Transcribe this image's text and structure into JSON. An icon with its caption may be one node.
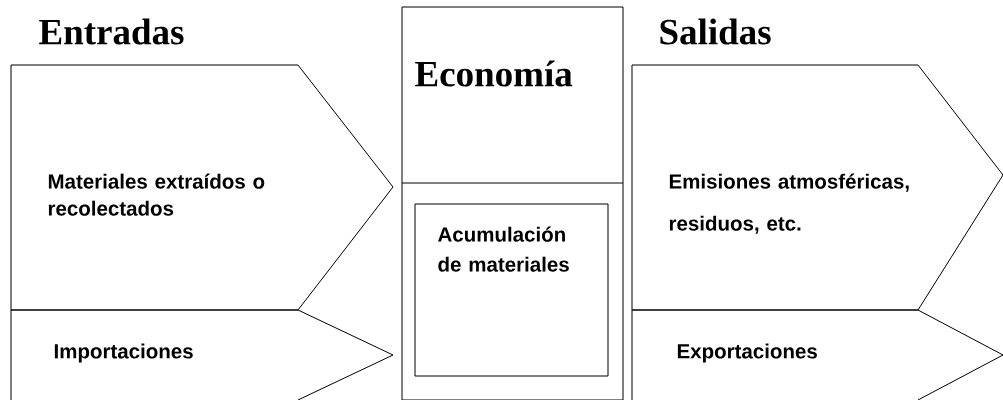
{
  "diagram": {
    "nodes": [
      {
        "text": [
          "Materiales extraídos o recolectados"
        ]
      },
      {
        "text": [
          "Importaciones"
        ]
      },
      {
        "text": [
          "Economía"
        ]
      },
      {
        "text": [
          "Acumulación de materiales"
        ],
        "in": 2
      },
      {
        "text": [
          "Emisiones atmosféricas, residuos, etc."
        ]
      },
      {
        "text": [
          "Exportaciones"
        ]
      }
    ],
    "labels": [
      "Entradas",
      "Salidas"
    ]
  }
}
